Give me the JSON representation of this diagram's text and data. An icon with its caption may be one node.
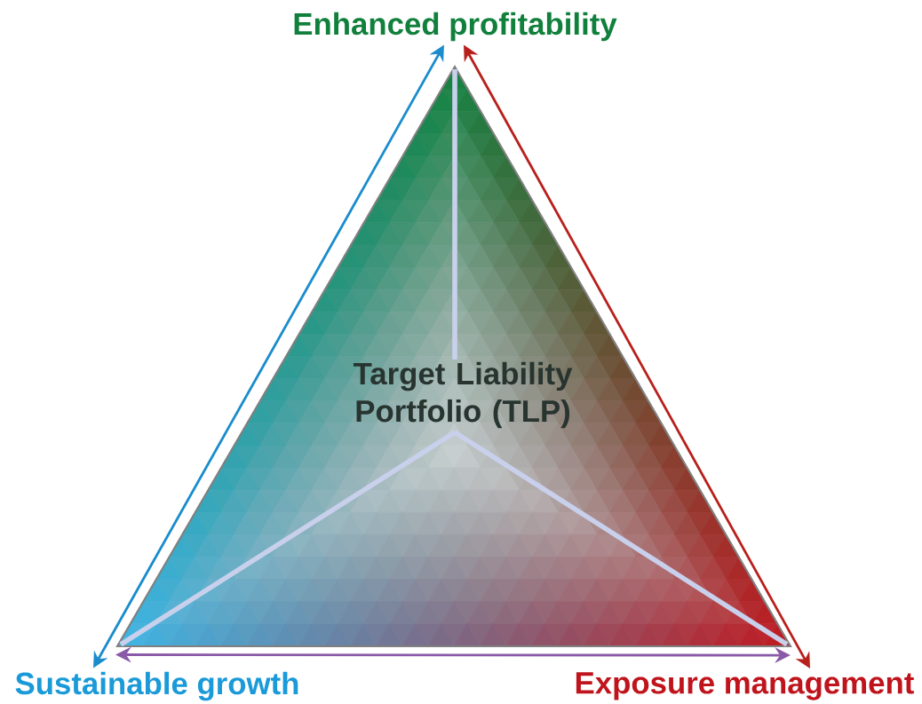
{
  "diagram": {
    "nodes": [
      {
        "text": [
          "Enhanced profitability"
        ]
      },
      {
        "text": [
          "Sustainable growth"
        ]
      },
      {
        "text": [
          "Exposure management"
        ]
      },
      {
        "text": [
          "Target Liability Portfolio (TLP)"
        ]
      }
    ],
    "edges": [
      {
        "from": 0,
        "to": 1,
        "arrow": "both",
        "color": "#1b8ccc"
      },
      {
        "from": 0,
        "to": 2,
        "arrow": "both",
        "color": "#b8201c"
      },
      {
        "from": 1,
        "to": 2,
        "arrow": "both",
        "color": "#8a5aa8"
      }
    ]
  }
}
